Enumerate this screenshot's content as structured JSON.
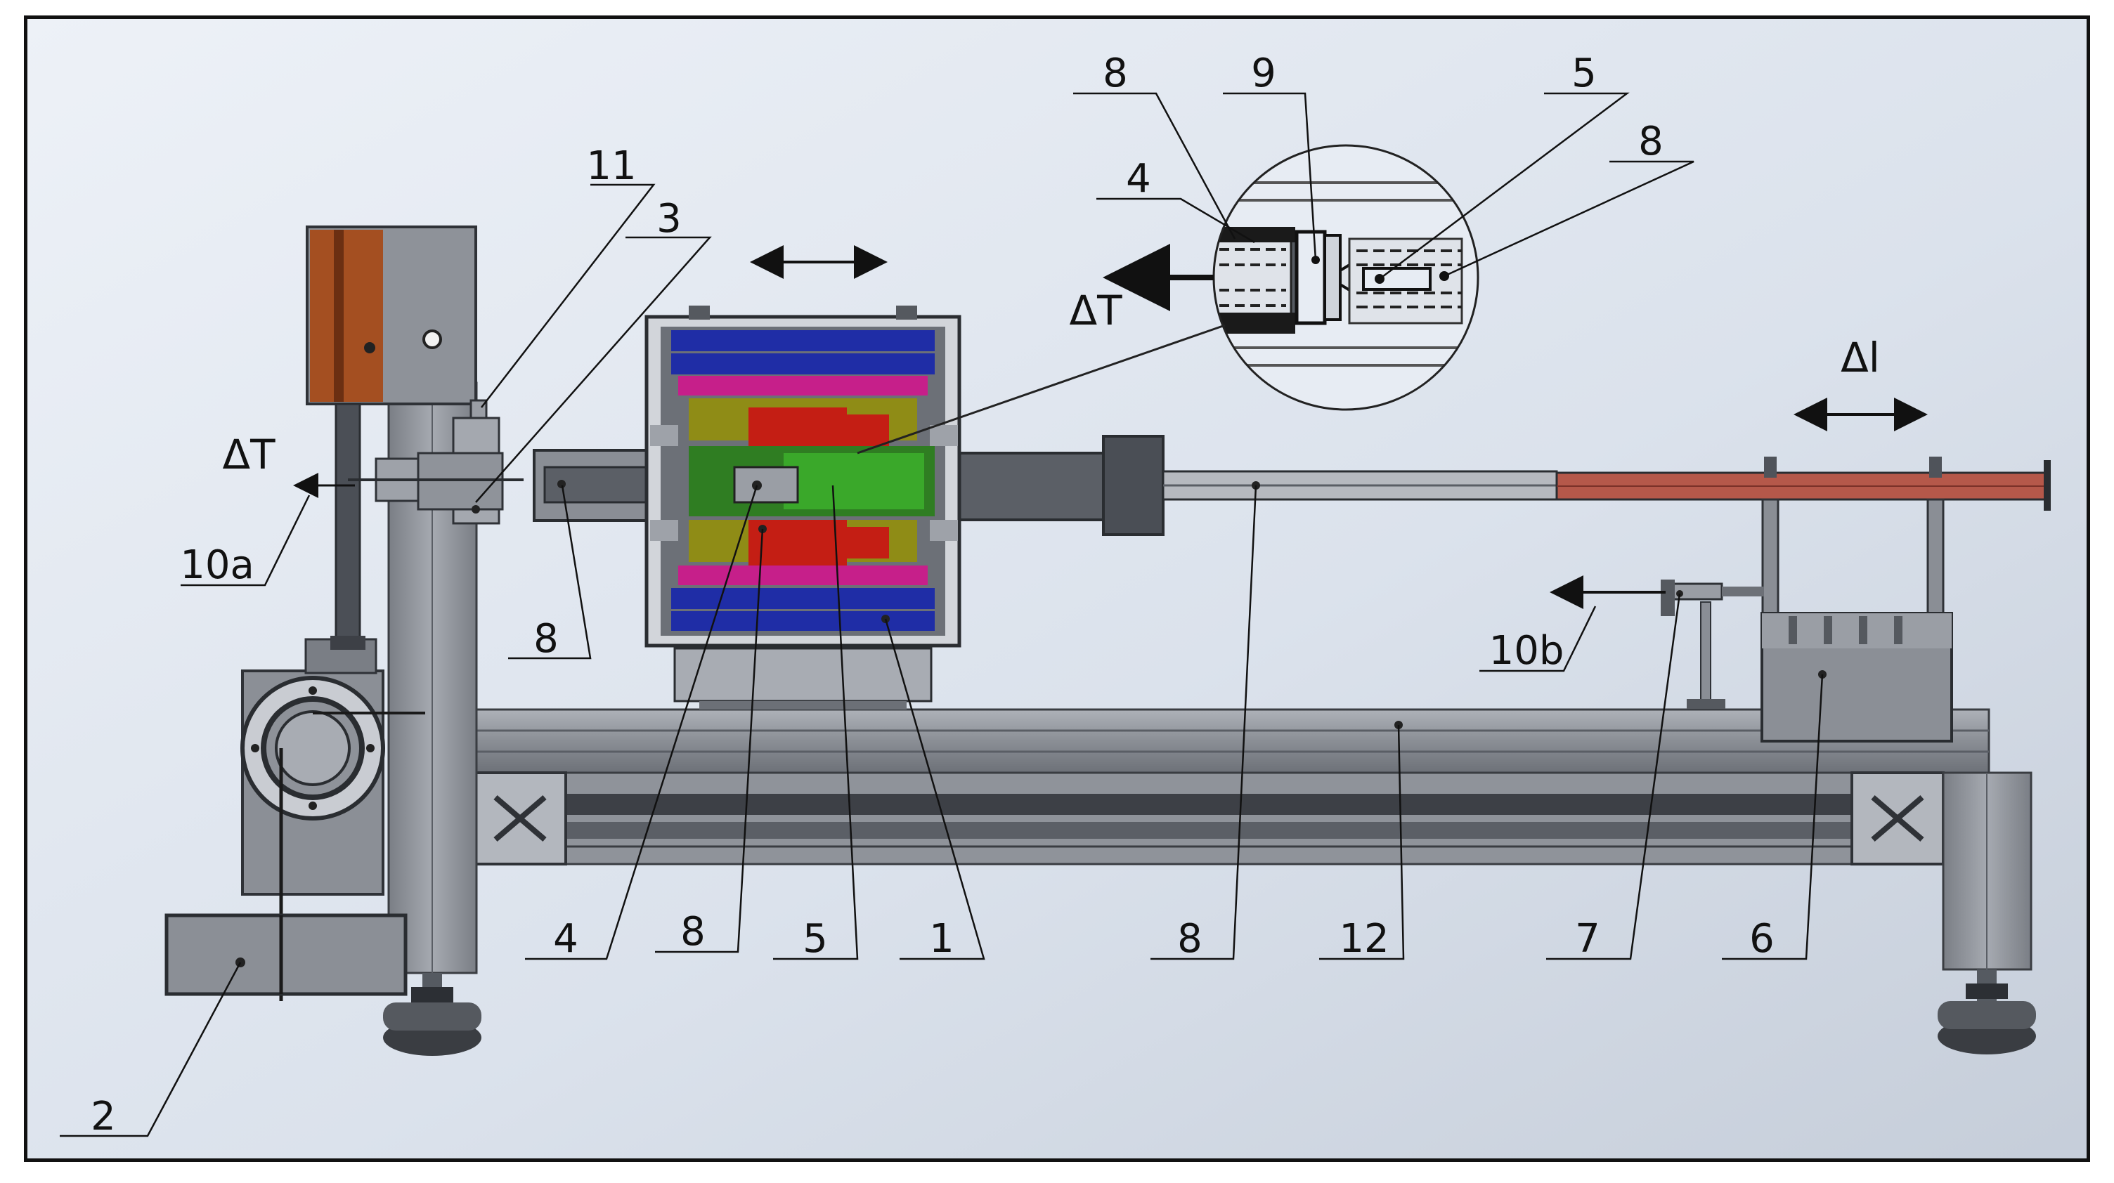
{
  "labels": {
    "l2": "2",
    "l3": "3",
    "l4_low": "4",
    "l8_low": "8",
    "l5_low": "5",
    "l1": "1",
    "l8_mid": "8",
    "l12": "12",
    "l7": "7",
    "l6": "6",
    "l8_left": "8",
    "l11": "11",
    "l10a": "10a",
    "l10b": "10b",
    "dT_left": "ΔT",
    "dT_inset": "ΔT",
    "dl": "Δl",
    "i8_top": "8",
    "i9": "9",
    "i5": "5",
    "i8_right": "8",
    "i4": "4"
  },
  "colors": {
    "background_top": "#e6ecf5",
    "background_bottom": "#c9d2df",
    "steel": "#8d9198",
    "steel_dark": "#4f535a",
    "steel_light": "#b7bbc2",
    "wood": "#a44f21",
    "navy": "#1f2da6",
    "magenta": "#c61f8a",
    "olive": "#8f8c16",
    "red": "#c41e14",
    "green": "#3aa82a",
    "rod_copper": "#b5584a"
  }
}
